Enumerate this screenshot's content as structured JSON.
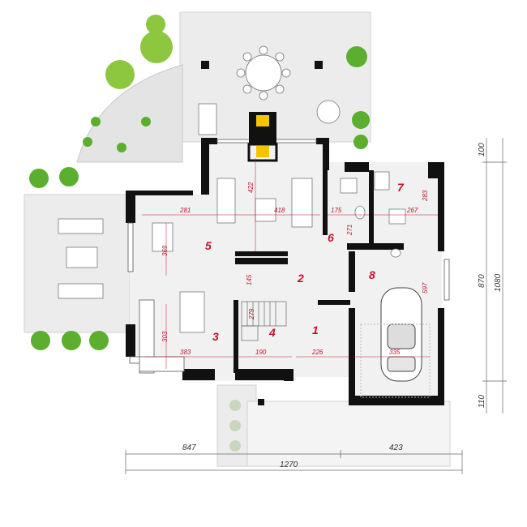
{
  "rooms": [
    {
      "id": "1",
      "label": "1"
    },
    {
      "id": "2",
      "label": "2"
    },
    {
      "id": "3",
      "label": "3"
    },
    {
      "id": "4",
      "label": "4"
    },
    {
      "id": "5",
      "label": "5"
    },
    {
      "id": "6",
      "label": "6"
    },
    {
      "id": "7",
      "label": "7"
    },
    {
      "id": "8",
      "label": "8"
    }
  ],
  "room_dimensions": [
    "422",
    "418",
    "281",
    "175",
    "267",
    "283",
    "271",
    "369",
    "145",
    "279",
    "303",
    "383",
    "190",
    "226",
    "335",
    "597"
  ],
  "overall_dimensions": {
    "left_span": "847",
    "right_span": "423",
    "total_width": "1270",
    "top_offset": "100",
    "height": "870",
    "total_height": "1080",
    "bottom_offset": "110"
  },
  "colors": {
    "wall": "#111111",
    "floor": "#f1f1f1",
    "terrace": "#e9e9e9",
    "dim_text": "#c8102e",
    "plant": "#5cae2e",
    "fireplace": "#f5c400"
  }
}
